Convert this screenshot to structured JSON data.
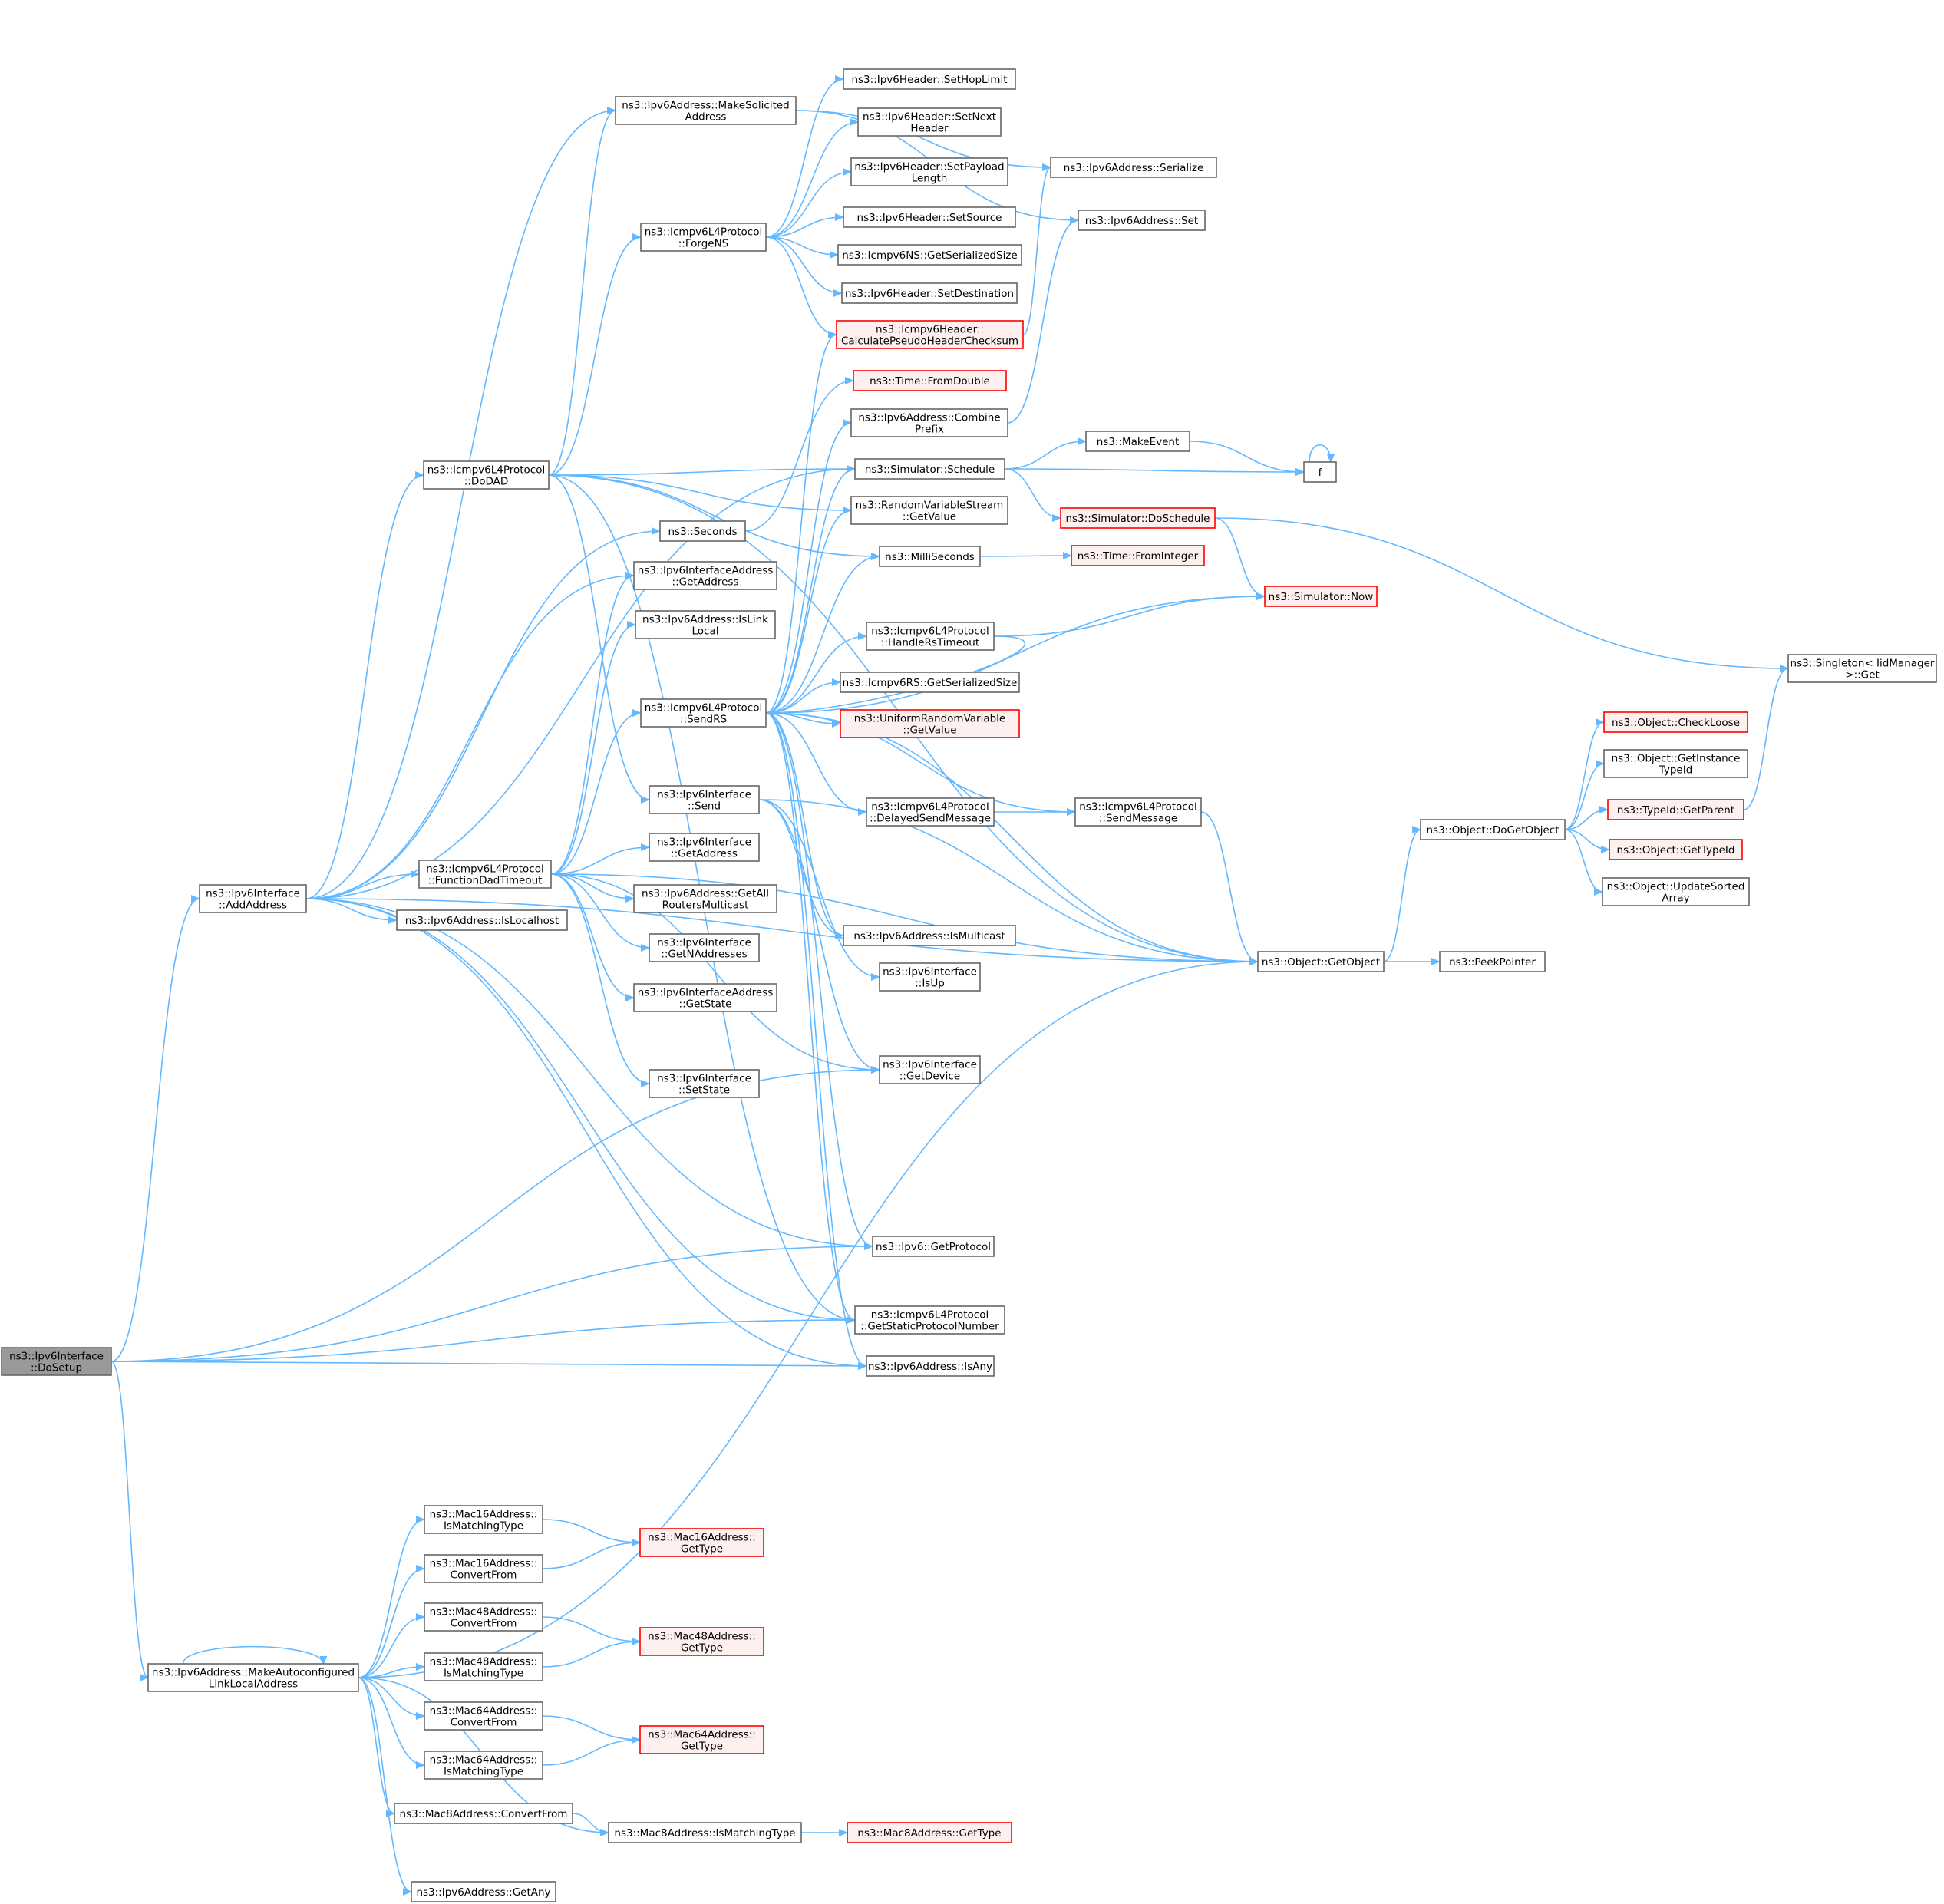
{
  "nodes": [
    {
      "id": "doSetup",
      "lines": [
        "ns3::Ipv6Interface",
        "::DoSetup"
      ],
      "style": "root"
    },
    {
      "id": "addAddress",
      "lines": [
        "ns3::Ipv6Interface",
        "::AddAddress"
      ]
    },
    {
      "id": "makeAutoLL",
      "lines": [
        "ns3::Ipv6Address::MakeAutoconfigured",
        "LinkLocalAddress"
      ]
    },
    {
      "id": "makeSolicited",
      "lines": [
        "ns3::Ipv6Address::MakeSolicited",
        "Address"
      ]
    },
    {
      "id": "doDAD",
      "lines": [
        "ns3::Icmpv6L4Protocol",
        "::DoDAD"
      ]
    },
    {
      "id": "forgeNS",
      "lines": [
        "ns3::Icmpv6L4Protocol",
        "::ForgeNS"
      ]
    },
    {
      "id": "seconds",
      "lines": [
        "ns3::Seconds"
      ]
    },
    {
      "id": "ifAddrGetAddress",
      "lines": [
        "ns3::Ipv6InterfaceAddress",
        "::GetAddress"
      ]
    },
    {
      "id": "isLinkLocal",
      "lines": [
        "ns3::Ipv6Address::IsLink",
        "Local"
      ]
    },
    {
      "id": "sendRS",
      "lines": [
        "ns3::Icmpv6L4Protocol",
        "::SendRS"
      ]
    },
    {
      "id": "ifSend",
      "lines": [
        "ns3::Ipv6Interface",
        "::Send"
      ]
    },
    {
      "id": "funcDad",
      "lines": [
        "ns3::Icmpv6L4Protocol",
        "::FunctionDadTimeout"
      ]
    },
    {
      "id": "ifGetAddress",
      "lines": [
        "ns3::Ipv6Interface",
        "::GetAddress"
      ]
    },
    {
      "id": "getAllRouters",
      "lines": [
        "ns3::Ipv6Address::GetAll",
        "RoutersMulticast"
      ]
    },
    {
      "id": "getNAddresses",
      "lines": [
        "ns3::Ipv6Interface",
        "::GetNAddresses"
      ]
    },
    {
      "id": "ifAddrGetState",
      "lines": [
        "ns3::Ipv6InterfaceAddress",
        "::GetState"
      ]
    },
    {
      "id": "setState",
      "lines": [
        "ns3::Ipv6Interface",
        "::SetState"
      ]
    },
    {
      "id": "isLocalhost",
      "lines": [
        "ns3::Ipv6Address::IsLocalhost"
      ]
    },
    {
      "id": "setHopLimit",
      "lines": [
        "ns3::Ipv6Header::SetHopLimit"
      ]
    },
    {
      "id": "setNextHeader",
      "lines": [
        "ns3::Ipv6Header::SetNext",
        "Header"
      ]
    },
    {
      "id": "setPayloadLen",
      "lines": [
        "ns3::Ipv6Header::SetPayload",
        "Length"
      ]
    },
    {
      "id": "setSource",
      "lines": [
        "ns3::Ipv6Header::SetSource"
      ]
    },
    {
      "id": "nsSerSize",
      "lines": [
        "ns3::Icmpv6NS::GetSerializedSize"
      ]
    },
    {
      "id": "setDest",
      "lines": [
        "ns3::Ipv6Header::SetDestination"
      ]
    },
    {
      "id": "calcPseudo",
      "lines": [
        "ns3::Icmpv6Header::",
        "CalculatePseudoHeaderChecksum"
      ],
      "style": "red"
    },
    {
      "id": "fromDouble",
      "lines": [
        "ns3::Time::FromDouble"
      ],
      "style": "red"
    },
    {
      "id": "combinePrefix",
      "lines": [
        "ns3::Ipv6Address::Combine",
        "Prefix"
      ]
    },
    {
      "id": "schedule",
      "lines": [
        "ns3::Simulator::Schedule"
      ]
    },
    {
      "id": "rvsGetValue",
      "lines": [
        "ns3::RandomVariableStream",
        "::GetValue"
      ]
    },
    {
      "id": "milliSeconds",
      "lines": [
        "ns3::MilliSeconds"
      ]
    },
    {
      "id": "handleRsTimeout",
      "lines": [
        "ns3::Icmpv6L4Protocol",
        "::HandleRsTimeout"
      ]
    },
    {
      "id": "rsSerSize",
      "lines": [
        "ns3::Icmpv6RS::GetSerializedSize"
      ]
    },
    {
      "id": "urvGetValue",
      "lines": [
        "ns3::UniformRandomVariable",
        "::GetValue"
      ],
      "style": "red"
    },
    {
      "id": "delayedSend",
      "lines": [
        "ns3::Icmpv6L4Protocol",
        "::DelayedSendMessage"
      ]
    },
    {
      "id": "isMulticast",
      "lines": [
        "ns3::Ipv6Address::IsMulticast"
      ]
    },
    {
      "id": "isUp",
      "lines": [
        "ns3::Ipv6Interface",
        "::IsUp"
      ]
    },
    {
      "id": "getDevice",
      "lines": [
        "ns3::Ipv6Interface",
        "::GetDevice"
      ]
    },
    {
      "id": "getProtocol",
      "lines": [
        "ns3::Ipv6::GetProtocol"
      ]
    },
    {
      "id": "staticProto",
      "lines": [
        "ns3::Icmpv6L4Protocol",
        "::GetStaticProtocolNumber"
      ]
    },
    {
      "id": "isAny",
      "lines": [
        "ns3::Ipv6Address::IsAny"
      ]
    },
    {
      "id": "serialize",
      "lines": [
        "ns3::Ipv6Address::Serialize"
      ]
    },
    {
      "id": "addrSet",
      "lines": [
        "ns3::Ipv6Address::Set"
      ]
    },
    {
      "id": "makeEvent",
      "lines": [
        "ns3::MakeEvent"
      ]
    },
    {
      "id": "f",
      "lines": [
        "f"
      ]
    },
    {
      "id": "doSchedule",
      "lines": [
        "ns3::Simulator::DoSchedule"
      ],
      "style": "red"
    },
    {
      "id": "fromInteger",
      "lines": [
        "ns3::Time::FromInteger"
      ],
      "style": "red"
    },
    {
      "id": "simNow",
      "lines": [
        "ns3::Simulator::Now"
      ],
      "style": "red"
    },
    {
      "id": "sendMessage",
      "lines": [
        "ns3::Icmpv6L4Protocol",
        "::SendMessage"
      ]
    },
    {
      "id": "getObject",
      "lines": [
        "ns3::Object::GetObject"
      ]
    },
    {
      "id": "peekPointer",
      "lines": [
        "ns3::PeekPointer"
      ]
    },
    {
      "id": "doGetObject",
      "lines": [
        "ns3::Object::DoGetObject"
      ]
    },
    {
      "id": "checkLoose",
      "lines": [
        "ns3::Object::CheckLoose"
      ],
      "style": "red"
    },
    {
      "id": "getInstanceTypeId",
      "lines": [
        "ns3::Object::GetInstance",
        "TypeId"
      ]
    },
    {
      "id": "getParent",
      "lines": [
        "ns3::TypeId::GetParent"
      ],
      "style": "red"
    },
    {
      "id": "getTypeId",
      "lines": [
        "ns3::Object::GetTypeId"
      ],
      "style": "red"
    },
    {
      "id": "updateSorted",
      "lines": [
        "ns3::Object::UpdateSorted",
        "Array"
      ]
    },
    {
      "id": "singletonGet",
      "lines": [
        "ns3::Singleton< IidManager",
        " >::Get"
      ]
    },
    {
      "id": "m16Match",
      "lines": [
        "ns3::Mac16Address::",
        "IsMatchingType"
      ]
    },
    {
      "id": "m16Conv",
      "lines": [
        "ns3::Mac16Address::",
        "ConvertFrom"
      ]
    },
    {
      "id": "m48Conv",
      "lines": [
        "ns3::Mac48Address::",
        "ConvertFrom"
      ]
    },
    {
      "id": "m48Match",
      "lines": [
        "ns3::Mac48Address::",
        "IsMatchingType"
      ]
    },
    {
      "id": "m64Conv",
      "lines": [
        "ns3::Mac64Address::",
        "ConvertFrom"
      ]
    },
    {
      "id": "m64Match",
      "lines": [
        "ns3::Mac64Address::",
        "IsMatchingType"
      ]
    },
    {
      "id": "m8Conv",
      "lines": [
        "ns3::Mac8Address::ConvertFrom"
      ]
    },
    {
      "id": "getAny",
      "lines": [
        "ns3::Ipv6Address::GetAny"
      ]
    },
    {
      "id": "m16GetType",
      "lines": [
        "ns3::Mac16Address::",
        "GetType"
      ],
      "style": "red"
    },
    {
      "id": "m48GetType",
      "lines": [
        "ns3::Mac48Address::",
        "GetType"
      ],
      "style": "red"
    },
    {
      "id": "m64GetType",
      "lines": [
        "ns3::Mac64Address::",
        "GetType"
      ],
      "style": "red"
    },
    {
      "id": "m8Match",
      "lines": [
        "ns3::Mac8Address::IsMatchingType"
      ]
    },
    {
      "id": "m8GetType",
      "lines": [
        "ns3::Mac8Address::GetType"
      ],
      "style": "red"
    }
  ],
  "edges": [
    [
      "doSetup",
      "addAddress"
    ],
    [
      "doSetup",
      "getDevice"
    ],
    [
      "doSetup",
      "getProtocol"
    ],
    [
      "doSetup",
      "staticProto"
    ],
    [
      "doSetup",
      "isAny"
    ],
    [
      "doSetup",
      "makeAutoLL"
    ],
    [
      "addAddress",
      "makeSolicited"
    ],
    [
      "addAddress",
      "doDAD"
    ],
    [
      "addAddress",
      "funcDad"
    ],
    [
      "addAddress",
      "isLocalhost"
    ],
    [
      "addAddress",
      "seconds"
    ],
    [
      "addAddress",
      "ifAddrGetAddress"
    ],
    [
      "addAddress",
      "schedule"
    ],
    [
      "addAddress",
      "getObject"
    ],
    [
      "addAddress",
      "getProtocol"
    ],
    [
      "addAddress",
      "staticProto"
    ],
    [
      "addAddress",
      "isAny"
    ],
    [
      "doDAD",
      "makeSolicited"
    ],
    [
      "doDAD",
      "forgeNS"
    ],
    [
      "doDAD",
      "schedule"
    ],
    [
      "doDAD",
      "rvsGetValue"
    ],
    [
      "doDAD",
      "milliSeconds"
    ],
    [
      "doDAD",
      "ifSend"
    ],
    [
      "doDAD",
      "getObject"
    ],
    [
      "doDAD",
      "staticProto"
    ],
    [
      "makeSolicited",
      "serialize"
    ],
    [
      "makeSolicited",
      "addrSet"
    ],
    [
      "forgeNS",
      "setHopLimit"
    ],
    [
      "forgeNS",
      "setNextHeader"
    ],
    [
      "forgeNS",
      "setPayloadLen"
    ],
    [
      "forgeNS",
      "setSource"
    ],
    [
      "forgeNS",
      "nsSerSize"
    ],
    [
      "forgeNS",
      "setDest"
    ],
    [
      "forgeNS",
      "calcPseudo"
    ],
    [
      "calcPseudo",
      "serialize"
    ],
    [
      "combinePrefix",
      "addrSet"
    ],
    [
      "schedule",
      "makeEvent"
    ],
    [
      "schedule",
      "f"
    ],
    [
      "schedule",
      "doSchedule"
    ],
    [
      "makeEvent",
      "f"
    ],
    [
      "f",
      "f"
    ],
    [
      "doSchedule",
      "simNow"
    ],
    [
      "doSchedule",
      "singletonGet"
    ],
    [
      "milliSeconds",
      "fromInteger"
    ],
    [
      "seconds",
      "fromDouble"
    ],
    [
      "funcDad",
      "ifAddrGetAddress"
    ],
    [
      "funcDad",
      "isLinkLocal"
    ],
    [
      "funcDad",
      "sendRS"
    ],
    [
      "funcDad",
      "ifGetAddress"
    ],
    [
      "funcDad",
      "getAllRouters"
    ],
    [
      "funcDad",
      "getNAddresses"
    ],
    [
      "funcDad",
      "ifAddrGetState"
    ],
    [
      "funcDad",
      "setState"
    ],
    [
      "funcDad",
      "getDevice"
    ],
    [
      "funcDad",
      "getObject"
    ],
    [
      "sendRS",
      "calcPseudo"
    ],
    [
      "sendRS",
      "combinePrefix"
    ],
    [
      "sendRS",
      "schedule"
    ],
    [
      "sendRS",
      "rvsGetValue"
    ],
    [
      "sendRS",
      "milliSeconds"
    ],
    [
      "sendRS",
      "simNow"
    ],
    [
      "sendRS",
      "handleRsTimeout"
    ],
    [
      "sendRS",
      "rsSerSize"
    ],
    [
      "sendRS",
      "urvGetValue"
    ],
    [
      "sendRS",
      "delayedSend"
    ],
    [
      "sendRS",
      "sendMessage"
    ],
    [
      "sendRS",
      "isMulticast"
    ],
    [
      "sendRS",
      "getObject"
    ],
    [
      "sendRS",
      "getProtocol"
    ],
    [
      "sendRS",
      "staticProto"
    ],
    [
      "sendRS",
      "isAny"
    ],
    [
      "handleRsTimeout",
      "sendRS"
    ],
    [
      "handleRsTimeout",
      "simNow"
    ],
    [
      "delayedSend",
      "sendMessage"
    ],
    [
      "sendMessage",
      "getObject"
    ],
    [
      "ifSend",
      "isMulticast"
    ],
    [
      "ifSend",
      "isUp"
    ],
    [
      "ifSend",
      "getDevice"
    ],
    [
      "ifSend",
      "getObject"
    ],
    [
      "getObject",
      "doGetObject"
    ],
    [
      "getObject",
      "peekPointer"
    ],
    [
      "doGetObject",
      "checkLoose"
    ],
    [
      "doGetObject",
      "getInstanceTypeId"
    ],
    [
      "doGetObject",
      "getParent"
    ],
    [
      "doGetObject",
      "getTypeId"
    ],
    [
      "doGetObject",
      "updateSorted"
    ],
    [
      "getParent",
      "singletonGet"
    ],
    [
      "makeAutoLL",
      "makeAutoLL"
    ],
    [
      "makeAutoLL",
      "getObject"
    ],
    [
      "makeAutoLL",
      "m16Match"
    ],
    [
      "makeAutoLL",
      "m16Conv"
    ],
    [
      "makeAutoLL",
      "m48Conv"
    ],
    [
      "makeAutoLL",
      "m48Match"
    ],
    [
      "makeAutoLL",
      "m64Conv"
    ],
    [
      "makeAutoLL",
      "m64Match"
    ],
    [
      "makeAutoLL",
      "m8Conv"
    ],
    [
      "makeAutoLL",
      "m8Match"
    ],
    [
      "makeAutoLL",
      "getAny"
    ],
    [
      "m16Match",
      "m16GetType"
    ],
    [
      "m16Conv",
      "m16GetType"
    ],
    [
      "m48Conv",
      "m48GetType"
    ],
    [
      "m48Match",
      "m48GetType"
    ],
    [
      "m64Conv",
      "m64GetType"
    ],
    [
      "m64Match",
      "m64GetType"
    ],
    [
      "m8Conv",
      "m8Match"
    ],
    [
      "m8Match",
      "m8GetType"
    ]
  ]
}
